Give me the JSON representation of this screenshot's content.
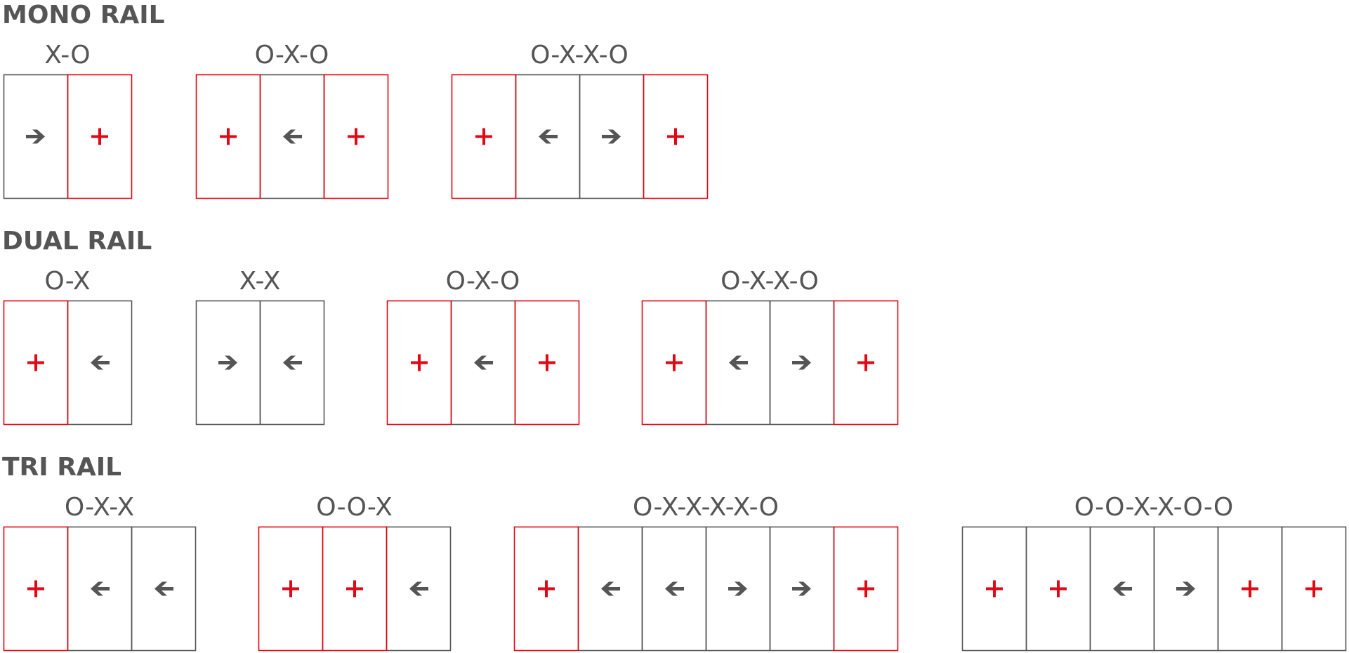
{
  "colors": {
    "text": "#555555",
    "fixed": "#e30613",
    "sliding": "#555555",
    "fixed_border": "#e30613",
    "sliding_border": "#555555",
    "background": "#ffffff"
  },
  "icons": {
    "fixed": "plus-icon",
    "left": "arrow-left-icon",
    "right": "arrow-right-icon"
  },
  "sections": [
    {
      "title": "MONO RAIL",
      "configs": [
        {
          "label": "X-O",
          "panels": [
            "right",
            "fixed"
          ]
        },
        {
          "label": "O-X-O",
          "panels": [
            "fixed",
            "left",
            "fixed"
          ]
        },
        {
          "label": "O-X-X-O",
          "panels": [
            "fixed",
            "left",
            "right",
            "fixed"
          ]
        }
      ]
    },
    {
      "title": "DUAL RAIL",
      "configs": [
        {
          "label": "O-X",
          "panels": [
            "fixed",
            "left"
          ]
        },
        {
          "label": "X-X",
          "panels": [
            "right",
            "left"
          ]
        },
        {
          "label": "O-X-O",
          "panels": [
            "fixed",
            "left",
            "fixed"
          ]
        },
        {
          "label": "O-X-X-O",
          "panels": [
            "fixed",
            "left",
            "right",
            "fixed"
          ]
        }
      ]
    },
    {
      "title": "TRI RAIL",
      "configs": [
        {
          "label": "O-X-X",
          "panels": [
            "fixed",
            "left",
            "left"
          ]
        },
        {
          "label": "O-O-X",
          "panels": [
            "fixed",
            "fixed",
            "left"
          ]
        },
        {
          "label": "O-X-X-X-X-O",
          "panels": [
            "fixed",
            "left",
            "left",
            "right",
            "right",
            "fixed"
          ]
        },
        {
          "label": "O-O-X-X-O-O",
          "panels": [
            "fixed",
            "fixed",
            "left",
            "right",
            "fixed",
            "fixed"
          ],
          "neutral_border": true
        }
      ]
    }
  ]
}
